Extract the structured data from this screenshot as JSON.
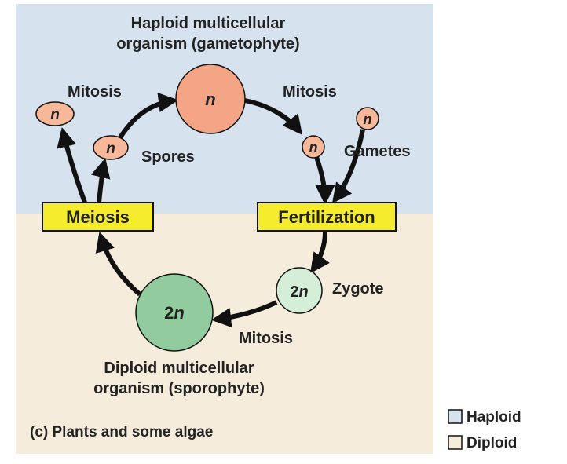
{
  "colors": {
    "haploid_bg": "#d6e3ef",
    "diploid_bg": "#f6ecdc",
    "haploid_cell": "#f7b89a",
    "haploid_cell_large": "#f4a585",
    "diploid_cell_large": "#92cc9e",
    "zygote_cell": "#d5eed7",
    "process_box": "#f6ec2e",
    "arrow": "#111111"
  },
  "title": {
    "line1": "Haploid multicellular",
    "line2": "organism (gametophyte)"
  },
  "bottom_title": {
    "line1": "Diploid multicellular",
    "line2": "organism (sporophyte)"
  },
  "labels": {
    "mitosis_left": "Mitosis",
    "mitosis_right": "Mitosis",
    "mitosis_bottom": "Mitosis",
    "spores": "Spores",
    "gametes": "Gametes",
    "zygote": "Zygote"
  },
  "processes": {
    "meiosis": "Meiosis",
    "fertilization": "Fertilization"
  },
  "cells": {
    "gametophyte": "n",
    "mitosis_left_cell": "n",
    "spore": "n",
    "gamete_1": "n",
    "gamete_2": "n",
    "zygote_prefix": "2",
    "zygote_italic": "n",
    "sporophyte_prefix": "2",
    "sporophyte_italic": "n"
  },
  "caption": "(c) Plants and some algae",
  "legend": {
    "haploid": "Haploid",
    "diploid": "Diploid"
  }
}
